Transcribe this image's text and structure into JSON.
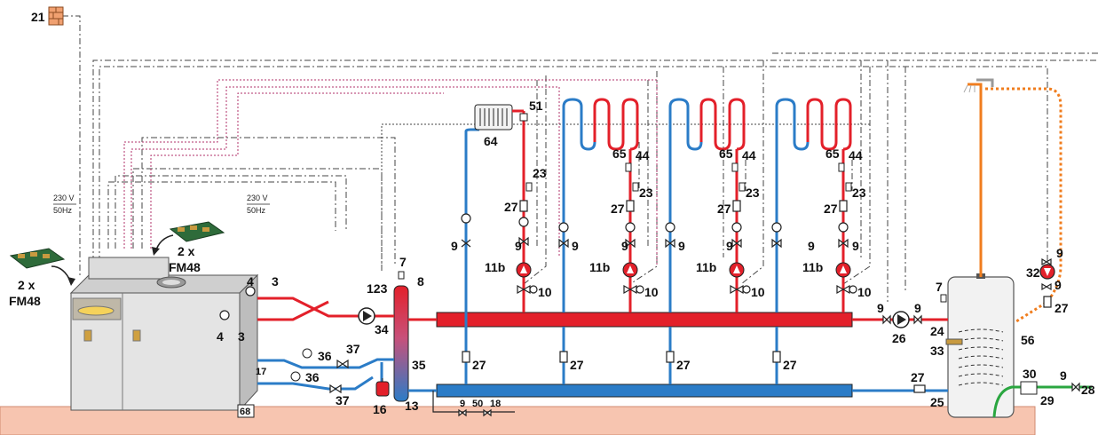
{
  "colors": {
    "flow": "#e3202a",
    "return": "#2b7cc7",
    "dhw": "#f07d1e",
    "floor": "#f7c5b0",
    "boiler": "#d9d9d9",
    "control": "#444444"
  },
  "labels": {
    "l21": "21",
    "l2xA": "2 x",
    "lFM48A": "FM48",
    "l2xB": "2 x",
    "lFM48B": "FM48",
    "l230A": "230 V",
    "l50A": "50Hz",
    "l230B": "230 V",
    "l50B": "50Hz",
    "l4a": "4",
    "l3a": "3",
    "l4b": "4",
    "l3b": "3",
    "l17": "17",
    "l36a": "36",
    "l37a": "37",
    "l36b": "36",
    "l37b": "37",
    "l68": "68",
    "l123": "123",
    "l7a": "7",
    "l8": "8",
    "l34": "34",
    "l35": "35",
    "l16": "16",
    "l13": "13",
    "l9s": "9",
    "l50": "50",
    "l18": "18",
    "l64": "64",
    "l51": "51",
    "l65a": "65",
    "l65b": "65",
    "l65c": "65",
    "l44a": "44",
    "l44b": "44",
    "l44c": "44",
    "l23a": "23",
    "l23b": "23",
    "l23c": "23",
    "l23d": "23",
    "l27a": "27",
    "l27b": "27",
    "l27c": "27",
    "l27d": "27",
    "l9a1": "9",
    "l9a2": "9",
    "l9b1": "9",
    "l9b2": "9",
    "l9c1": "9",
    "l9c2": "9",
    "l9d1": "9",
    "l9d2": "9",
    "l11b1": "11b",
    "l11b2": "11b",
    "l11b3": "11b",
    "l11b4": "11b",
    "l10a": "10",
    "l10b": "10",
    "l10c": "10",
    "l10d": "10",
    "l27r1": "27",
    "l27r2": "27",
    "l27r3": "27",
    "l27r4": "27",
    "l9e1": "9",
    "l9e2": "9",
    "l26": "26",
    "l7b": "7",
    "l24": "24",
    "l33": "33",
    "l27e": "27",
    "l25": "25",
    "l56": "56",
    "l9f": "9",
    "l32": "32",
    "l9g": "9",
    "l27f": "27",
    "l30": "30",
    "l9h": "9",
    "l29": "29",
    "l28": "28"
  }
}
